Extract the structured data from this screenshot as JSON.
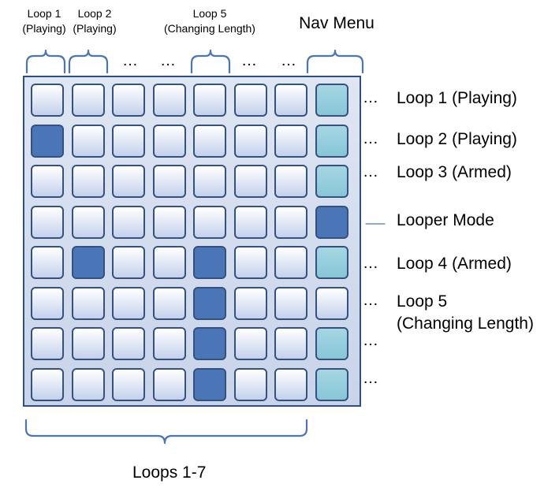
{
  "top_labels": {
    "loop1": "Loop 1\n(Playing)",
    "loop2": "Loop 2\n(Playing)",
    "loop5": "Loop 5\n(Changing Length)",
    "nav": "Nav Menu",
    "ellipsis": "…"
  },
  "row_labels": {
    "r1": "Loop 1 (Playing)",
    "r2": "Loop 2 (Playing)",
    "r3": "Loop 3 (Armed)",
    "r4": "Looper Mode",
    "r5": "Loop 4 (Armed)",
    "r6": "Loop 5\n(Changing Length)",
    "ellipsis": "…"
  },
  "bottom_label": "Loops 1-7",
  "grid": {
    "rows": 8,
    "cols": 8,
    "active_cells": [
      [
        1,
        0
      ],
      [
        3,
        7
      ],
      [
        4,
        1
      ],
      [
        4,
        4
      ],
      [
        5,
        4
      ],
      [
        6,
        4
      ],
      [
        7,
        4
      ]
    ],
    "nav_column": 7,
    "nav_rows": [
      0,
      1,
      2,
      3,
      4,
      6,
      7
    ]
  },
  "colors": {
    "active": "#4a76b8",
    "nav": "#8fcbdb",
    "bracket": "#4a76b8",
    "border": "#2f4f82"
  }
}
